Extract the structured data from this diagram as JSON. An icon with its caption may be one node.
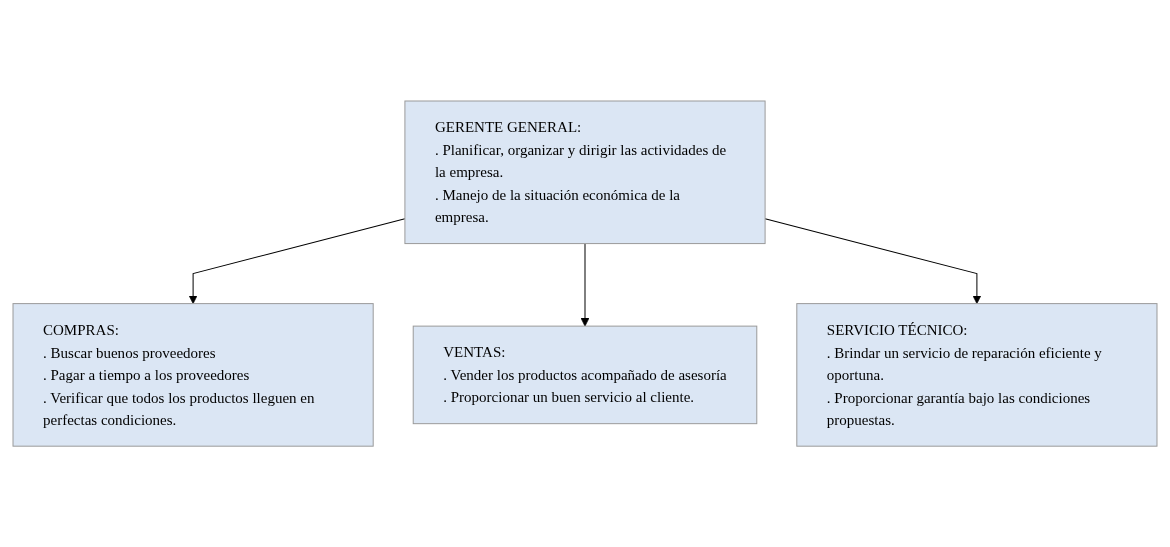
{
  "diagram": {
    "nodes": [
      {
        "text": [
          "GERENTE GENERAL:",
          ". Planificar, organizar y dirigir las actividades de la empresa.",
          ". Manejo de la situación económica de la empresa."
        ]
      },
      {
        "text": [
          "COMPRAS:",
          ". Buscar buenos proveedores",
          ". Pagar a tiempo a los proveedores",
          ". Verificar que todos los productos lleguen en perfectas condiciones."
        ]
      },
      {
        "text": [
          "VENTAS:",
          ". Vender los productos acompañado de asesoría",
          ". Proporcionar un buen servicio al cliente."
        ]
      },
      {
        "text": [
          "SERVICIO TÉCNICO:",
          ". Brindar un servicio de reparación eficiente y oportuna.",
          ". Proporcionar garantía bajo las condiciones propuestas."
        ]
      }
    ],
    "edges": [
      {
        "from": 0,
        "to": 1,
        "arrow": "to"
      },
      {
        "from": 0,
        "to": 2,
        "arrow": "to"
      },
      {
        "from": 0,
        "to": 3,
        "arrow": "to"
      }
    ]
  }
}
